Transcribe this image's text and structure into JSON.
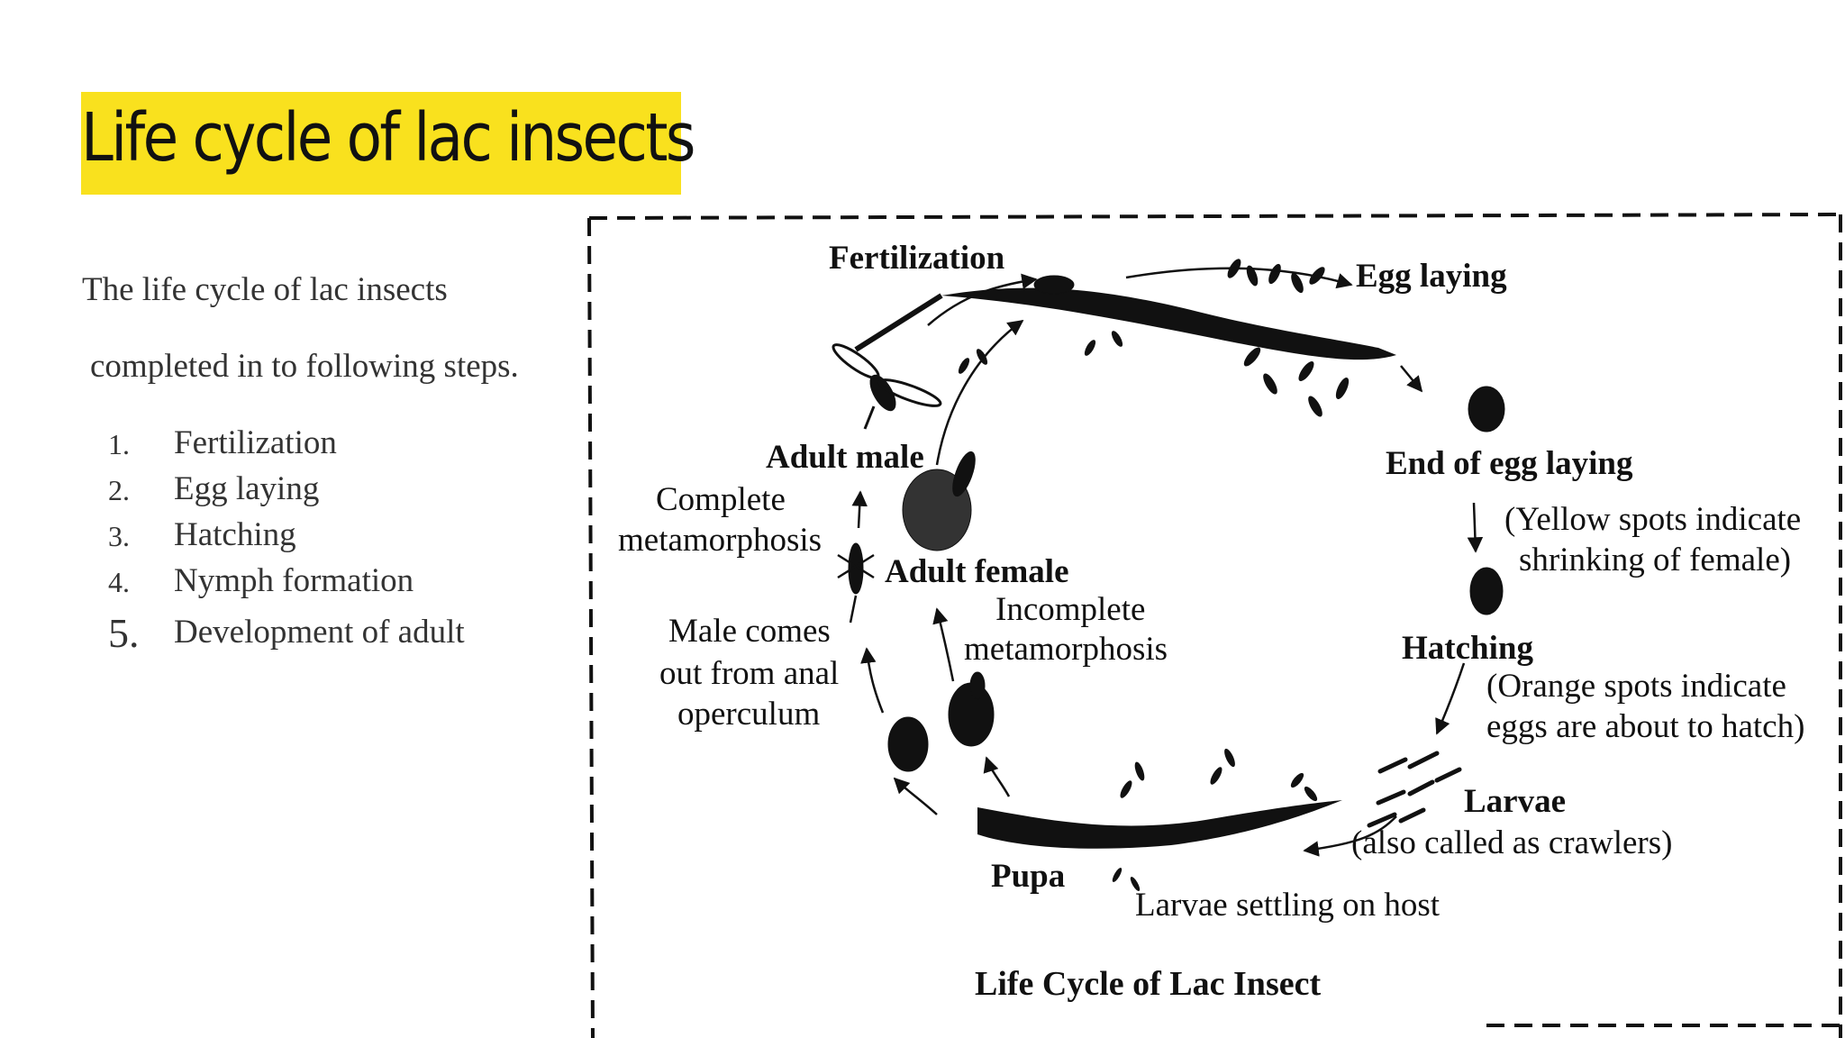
{
  "slide": {
    "title": "Life cycle of lac insects",
    "intro_line1": "The life cycle of lac insects",
    "intro_line2": "completed in to following steps.",
    "steps": [
      {
        "num": "1.",
        "label": "Fertilization"
      },
      {
        "num": "2.",
        "label": "Egg laying"
      },
      {
        "num": "3.",
        "label": "Hatching"
      },
      {
        "num": "4.",
        "label": "Nymph formation"
      },
      {
        "num": "5.",
        "label": "Development of adult"
      }
    ],
    "colors": {
      "title_highlight": "#f9e11e",
      "text": "#333333"
    }
  },
  "diagram": {
    "labels": {
      "fertilization": "Fertilization",
      "egg_laying": "Egg laying",
      "end_of_egg_laying": "End of egg laying",
      "yellow_note_1": "(Yellow spots indicate",
      "yellow_note_2": "shrinking of female)",
      "hatching": "Hatching",
      "orange_note_1": "(Orange spots indicate",
      "orange_note_2": "eggs are about to hatch)",
      "larvae": "Larvae",
      "larvae_note": "(also called as crawlers)",
      "larvae_settling": "Larvae settling on host",
      "pupa": "Pupa",
      "male_comes_1": "Male comes",
      "male_comes_2": "out from anal",
      "male_comes_3": "operculum",
      "complete_1": "Complete",
      "complete_2": "metamorphosis",
      "adult_male": "Adult male",
      "adult_female": "Adult female",
      "incomplete_1": "Incomplete",
      "incomplete_2": "metamorphosis",
      "caption": "Life Cycle of Lac Insect"
    }
  }
}
